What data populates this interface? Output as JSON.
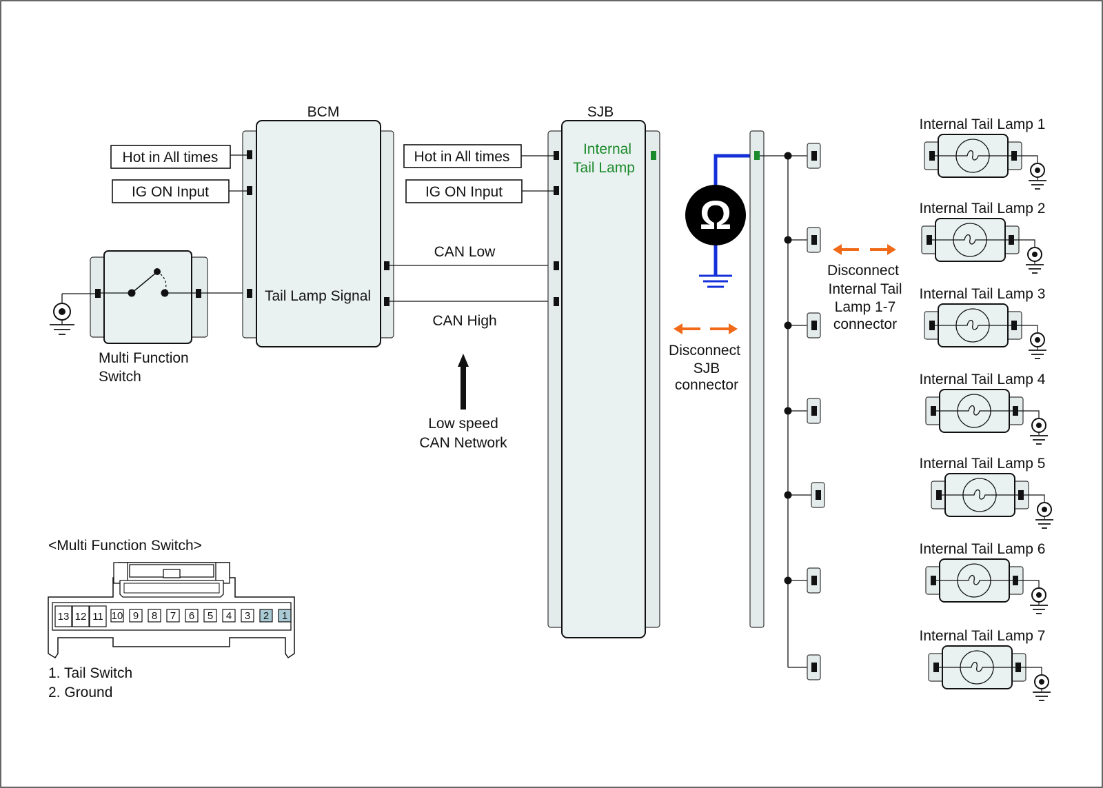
{
  "bcm": {
    "title": "BCM",
    "hot_in_all_times": "Hot in All times",
    "ig_on_input": "IG ON Input",
    "tail_lamp_signal": "Tail Lamp Signal"
  },
  "sjb": {
    "title": "SJB",
    "hot_in_all_times": "Hot in All times",
    "ig_on_input": "IG ON Input",
    "internal_tail_lamp_line1": "Internal",
    "internal_tail_lamp_line2": "Tail Lamp"
  },
  "can": {
    "low": "CAN Low",
    "high": "CAN High",
    "network_line1": "Low speed",
    "network_line2": "CAN Network"
  },
  "switch": {
    "label_line1": "Multi Function",
    "label_line2": "Switch"
  },
  "ohmmeter": {
    "symbol": "Ω"
  },
  "disconnect_sjb": {
    "line1": "Disconnect",
    "line2": "SJB",
    "line3": "connector"
  },
  "disconnect_lamps": {
    "line1": "Disconnect",
    "line2": "Internal Tail",
    "line3": "Lamp 1-7",
    "line4": "connector"
  },
  "lamps": [
    "Internal Tail Lamp 1",
    "Internal Tail Lamp 2",
    "Internal Tail Lamp 3",
    "Internal Tail Lamp 4",
    "Internal Tail Lamp 5",
    "Internal Tail Lamp 6",
    "Internal Tail Lamp 7"
  ],
  "connector": {
    "title": "<Multi Function Switch>",
    "pins": [
      "13",
      "12",
      "11",
      "10",
      "9",
      "8",
      "7",
      "6",
      "5",
      "4",
      "3",
      "2",
      "1"
    ],
    "highlighted_pins": [
      "2",
      "1"
    ],
    "legend": [
      "1. Tail Switch",
      "2. Ground"
    ]
  },
  "colors": {
    "ohm_wire": "#1530d8",
    "arrows": "#f06a1a",
    "sjb_pin": "#1a8a2a",
    "panel_fill": "#e4ebeb",
    "module_fill": "#eaf1f1",
    "pin_highlight": "#a9cad4"
  }
}
